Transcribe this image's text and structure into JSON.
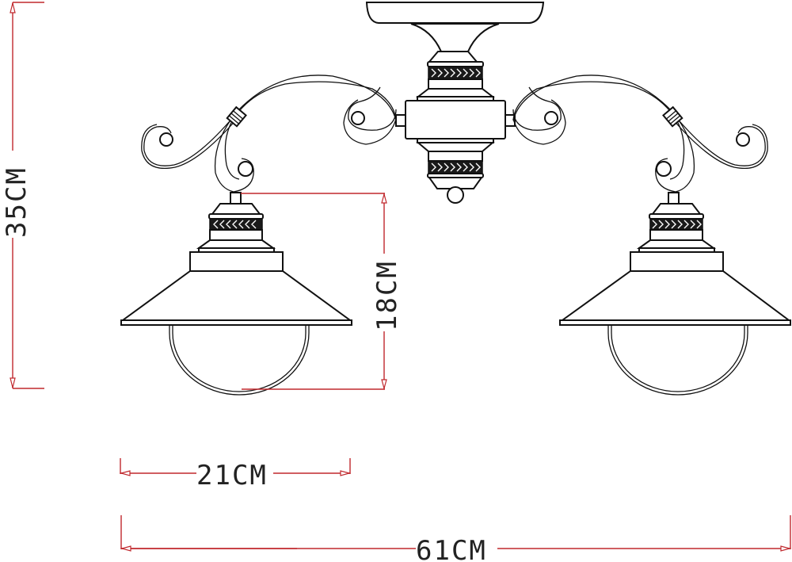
{
  "diagram": {
    "subject": "Two-arm ceiling lamp technical drawing",
    "dimension_color": "#c0282d",
    "line_color": "#111111",
    "dimensions": {
      "overall_height": {
        "label": "35CM",
        "orientation": "vertical"
      },
      "shade_height": {
        "label": "18CM",
        "orientation": "vertical"
      },
      "shade_width": {
        "label": "21CM",
        "orientation": "horizontal"
      },
      "overall_width": {
        "label": "61CM",
        "orientation": "horizontal"
      }
    },
    "parts": [
      "ceiling-canopy",
      "central-body",
      "left-scroll-arm",
      "right-scroll-arm",
      "left-shade",
      "right-shade",
      "left-glass-globe",
      "right-glass-globe",
      "finial"
    ]
  }
}
